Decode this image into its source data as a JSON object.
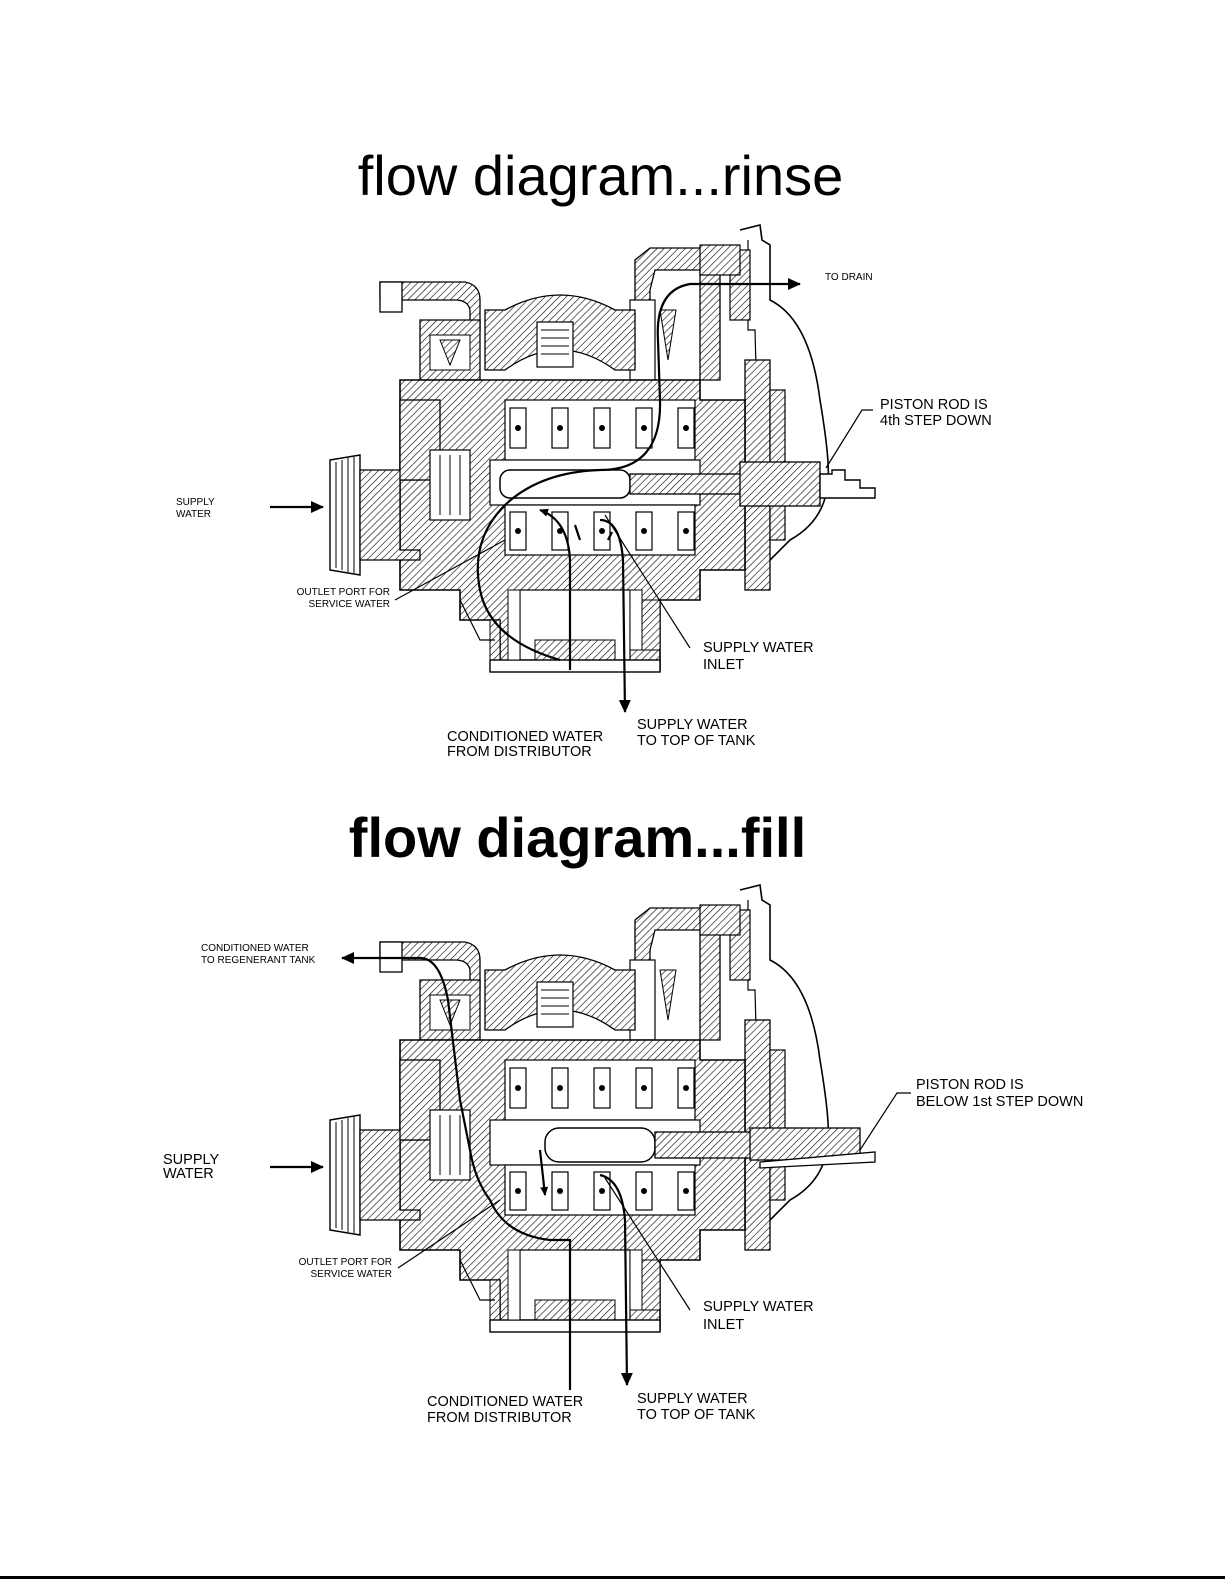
{
  "rinse": {
    "title": "flow diagram...rinse",
    "labels": {
      "to_drain": "TO DRAIN",
      "piston_rod_1": "PISTON ROD IS",
      "piston_rod_2": "4th STEP DOWN",
      "supply_water_1": "SUPPLY",
      "supply_water_2": "WATER",
      "outlet_port_1": "OUTLET PORT FOR",
      "outlet_port_2": "SERVICE WATER",
      "supply_inlet_1": "SUPPLY WATER",
      "supply_inlet_2": "INLET",
      "conditioned_1": "CONDITIONED WATER",
      "conditioned_2": "FROM DISTRIBUTOR",
      "supply_top_1": "SUPPLY WATER",
      "supply_top_2": "TO TOP OF TANK"
    }
  },
  "fill": {
    "title": "flow diagram...fill",
    "labels": {
      "cond_regen_1": "CONDITIONED WATER",
      "cond_regen_2": "TO REGENERANT TANK",
      "piston_rod_1": "PISTON ROD IS",
      "piston_rod_2": "BELOW 1st STEP DOWN",
      "supply_water_1": "SUPPLY",
      "supply_water_2": "WATER",
      "outlet_port_1": "OUTLET PORT FOR",
      "outlet_port_2": "SERVICE WATER",
      "supply_inlet_1": "SUPPLY WATER",
      "supply_inlet_2": "INLET",
      "conditioned_1": "CONDITIONED WATER",
      "conditioned_2": "FROM DISTRIBUTOR",
      "supply_top_1": "SUPPLY WATER",
      "supply_top_2": "TO TOP OF TANK"
    }
  }
}
